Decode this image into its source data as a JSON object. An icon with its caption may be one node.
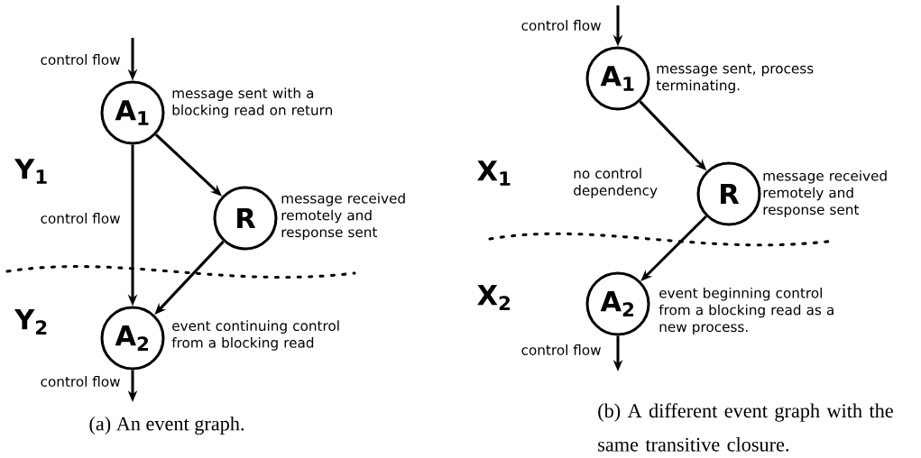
{
  "diagram": {
    "nodes": [
      {
        "text": [
          "A$_{1}$"
        ],
        "beside": [
          "message sent with a blocking read on return"
        ]
      },
      {
        "text": [
          "R"
        ],
        "beside": [
          "message received remotely and response sent"
        ]
      },
      {
        "text": [
          "A$_{2}$"
        ],
        "beside": [
          "event continuing control from a blocking read"
        ]
      },
      {
        "text": [
          "A$_{1}$"
        ],
        "beside": [
          "message sent, process terminating."
        ]
      },
      {
        "text": [
          "R"
        ],
        "beside": [
          "message received remotely and response sent"
        ]
      },
      {
        "text": [
          "A$_{2}$"
        ],
        "beside": [
          "event beginning control from a blocking read as a new process."
        ]
      }
    ],
    "edges": [
      {
        "from": null,
        "to": 0,
        "arrow": "to",
        "label": "control flow"
      },
      {
        "from": 0,
        "to": 2,
        "arrow": "to",
        "label": "control flow"
      },
      {
        "from": 0,
        "to": 1,
        "arrow": "to"
      },
      {
        "from": 1,
        "to": 2,
        "arrow": "to"
      },
      {
        "from": 2,
        "to": null,
        "arrow": "to",
        "label": "control flow"
      },
      {
        "from": null,
        "to": 3,
        "arrow": "to",
        "label": "control flow"
      },
      {
        "from": 3,
        "to": 4,
        "arrow": "to"
      },
      {
        "from": 4,
        "to": 5,
        "arrow": "to"
      },
      {
        "from": 5,
        "to": null,
        "arrow": "to",
        "label": "control flow"
      }
    ],
    "labels": [
      "Y$_{1}$",
      "Y$_{2}$",
      "X$_{1}$",
      "no control dependency",
      "X$_{2}$",
      "(a) An event graph.",
      "(b) A different event graph with the same transitive closure."
    ]
  }
}
